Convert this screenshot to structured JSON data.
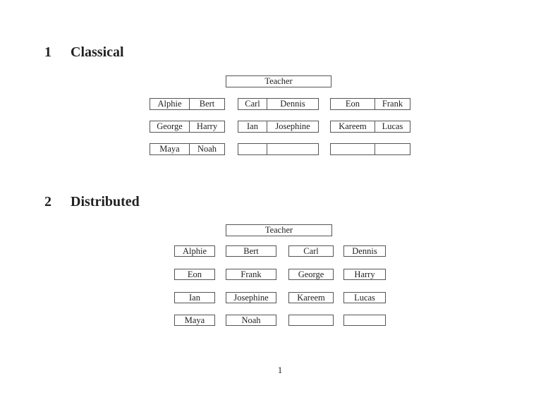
{
  "colors": {
    "background": "#ffffff",
    "text": "#222222",
    "border": "#555555"
  },
  "page": {
    "number": "1"
  },
  "sections": [
    {
      "number": "1",
      "title": "Classical"
    },
    {
      "number": "2",
      "title": "Distributed"
    }
  ],
  "classical": {
    "teacher_label": "Teacher",
    "rows": [
      {
        "desks": [
          {
            "left": "Alphie",
            "right": "Bert"
          },
          {
            "left": "Carl",
            "right": "Dennis"
          },
          {
            "left": "Eon",
            "right": "Frank"
          }
        ]
      },
      {
        "desks": [
          {
            "left": "George",
            "right": "Harry"
          },
          {
            "left": "Ian",
            "right": "Josephine"
          },
          {
            "left": "Kareem",
            "right": "Lucas"
          }
        ]
      },
      {
        "desks": [
          {
            "left": "Maya",
            "right": "Noah"
          },
          {
            "left": "",
            "right": ""
          },
          {
            "left": "",
            "right": ""
          }
        ]
      }
    ]
  },
  "distributed": {
    "teacher_label": "Teacher",
    "rows": [
      {
        "seats": [
          "Alphie",
          "Bert",
          "Carl",
          "Dennis"
        ]
      },
      {
        "seats": [
          "Eon",
          "Frank",
          "George",
          "Harry"
        ]
      },
      {
        "seats": [
          "Ian",
          "Josephine",
          "Kareem",
          "Lucas"
        ]
      },
      {
        "seats": [
          "Maya",
          "Noah",
          "",
          ""
        ]
      }
    ]
  }
}
